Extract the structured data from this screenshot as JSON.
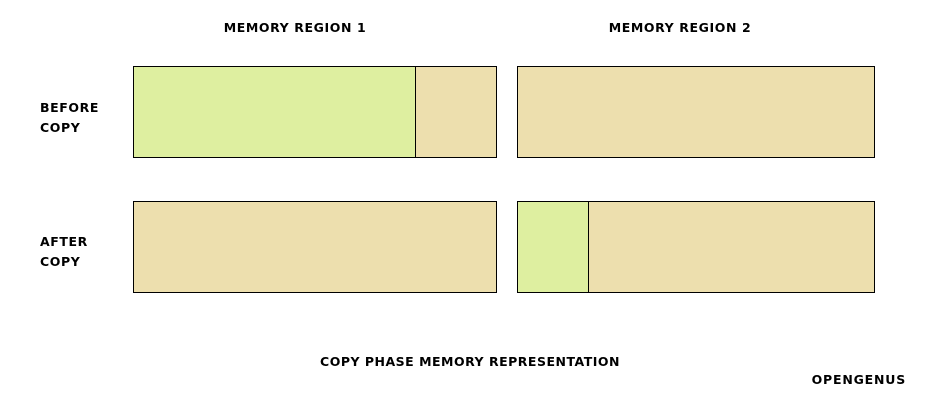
{
  "colors": {
    "occupied": "#DEEFA0",
    "free": "#EDDFAE",
    "outline": "#000000",
    "background": "#FFFFFF"
  },
  "headers": {
    "region_1": "MEMORY REGION 1",
    "region_2": "MEMORY REGION 2"
  },
  "rows": {
    "before": {
      "line1": "BEFORE",
      "line2": "COPY"
    },
    "after": {
      "line1": "AFTER",
      "line2": "COPY"
    }
  },
  "bars": {
    "before_region_1": {
      "segments": [
        {
          "kind": "occupied",
          "percent": 78
        },
        {
          "kind": "free",
          "percent": 22
        }
      ]
    },
    "before_region_2": {
      "segments": [
        {
          "kind": "free",
          "percent": 100
        }
      ]
    },
    "after_region_1": {
      "segments": [
        {
          "kind": "free",
          "percent": 100
        }
      ]
    },
    "after_region_2": {
      "segments": [
        {
          "kind": "occupied",
          "percent": 20
        },
        {
          "kind": "free",
          "percent": 80
        }
      ]
    }
  },
  "footer": {
    "caption": "COPY PHASE MEMORY REPRESENTATION",
    "watermark": "OPENGENUS"
  }
}
